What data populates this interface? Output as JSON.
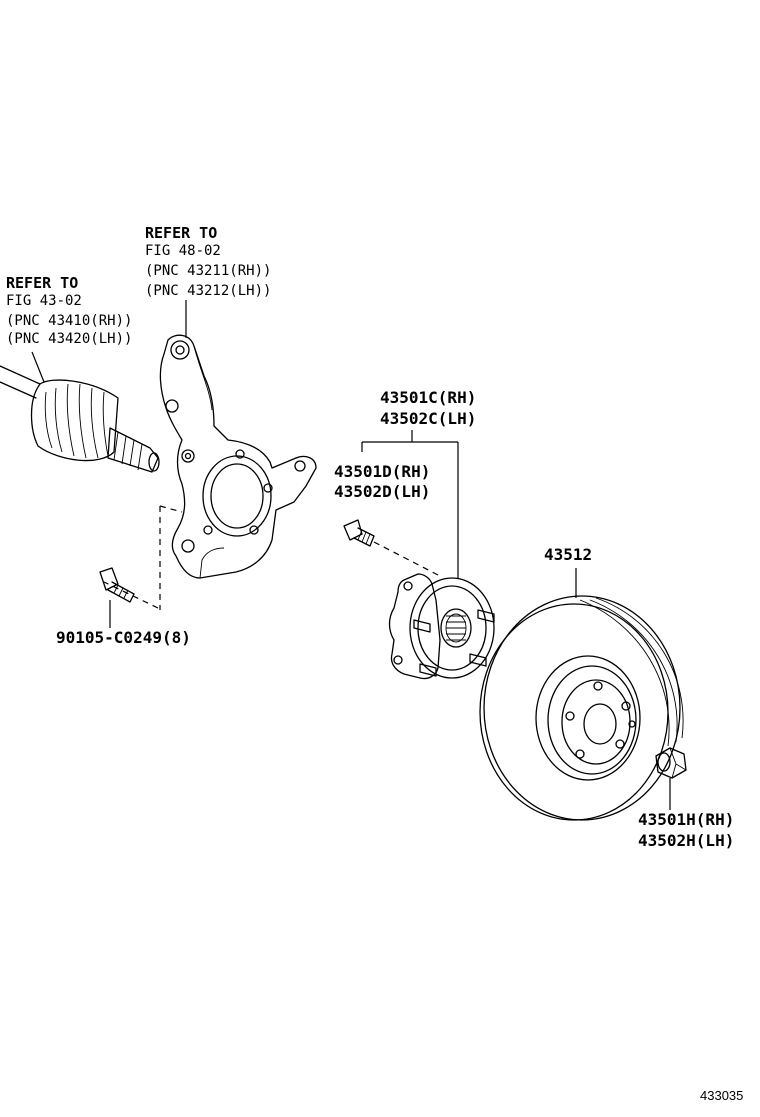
{
  "refs": {
    "drive_shaft": {
      "refer": "REFER TO",
      "fig": "FIG 43-02",
      "pnc_rh": "(PNC 43410(RH))",
      "pnc_lh": "(PNC 43420(LH))"
    },
    "knuckle": {
      "refer": "REFER TO",
      "fig": "FIG 48-02",
      "pnc_rh": "(PNC 43211(RH))",
      "pnc_lh": "(PNC 43212(LH))"
    }
  },
  "parts": {
    "bolt": "90105-C0249(8)",
    "hub_rh": "43501C(RH)",
    "hub_lh": "43502C(LH)",
    "stud_rh": "43501D(RH)",
    "stud_lh": "43502D(LH)",
    "disc": "43512",
    "nut_rh": "43501H(RH)",
    "nut_lh": "43502H(LH)"
  },
  "figure_number": "433035"
}
